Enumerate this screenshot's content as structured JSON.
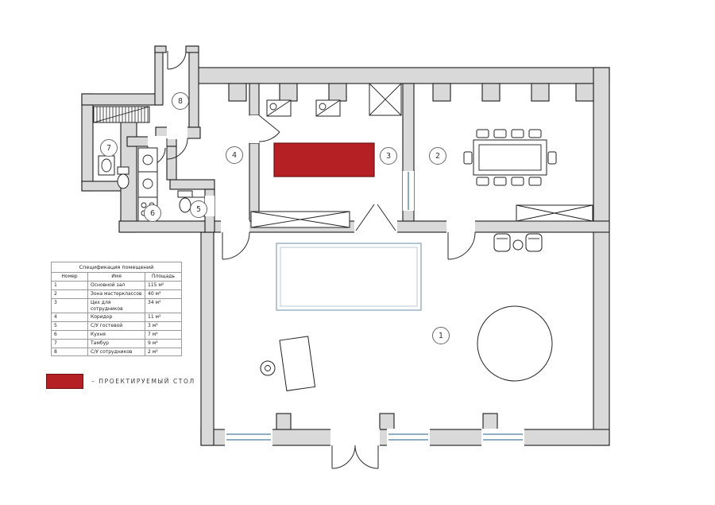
{
  "spec_table": {
    "title": "Спецификация помещений",
    "columns": [
      "Номер",
      "Имя",
      "Площадь"
    ],
    "rows": [
      {
        "num": "1",
        "name": "Основной зал",
        "area": "115 м²"
      },
      {
        "num": "2",
        "name": "Зона мастерклассов",
        "area": "40 м²"
      },
      {
        "num": "3",
        "name": "Цех для сотрудников",
        "area": "34 м²"
      },
      {
        "num": "4",
        "name": "Коридор",
        "area": "11 м²"
      },
      {
        "num": "5",
        "name": "С/У гостевой",
        "area": "3 м²"
      },
      {
        "num": "6",
        "name": "Кухня",
        "area": "7 м²"
      },
      {
        "num": "7",
        "name": "Тамбур",
        "area": "9 м²"
      },
      {
        "num": "8",
        "name": "С/У сотрудников",
        "area": "2 м²"
      }
    ]
  },
  "legend": {
    "label": "– ПРОЕКТИРУЕМЫЙ СТОЛ",
    "color": "#b52025"
  },
  "colors": {
    "wall": "#d9d9d9",
    "outline": "#1c1c1c",
    "accent_red": "#b52025",
    "window": "#4d7d9e"
  }
}
